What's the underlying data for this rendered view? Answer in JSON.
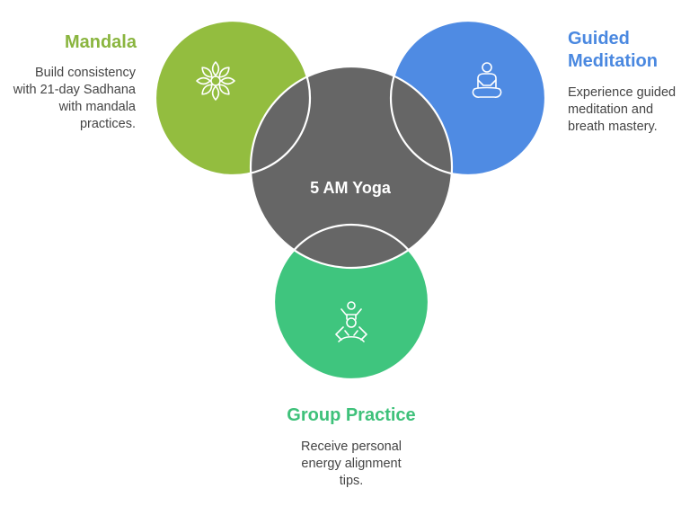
{
  "diagram": {
    "center": {
      "label": "5 AM Yoga",
      "color": "#666666"
    },
    "mandala": {
      "title": "Mandala",
      "desc_lines": [
        "Build consistency",
        "with 21-day Sadhana",
        "with mandala",
        "practices."
      ],
      "color": "#93bd3f",
      "title_color": "#8ab53f",
      "icon": "lotus-icon"
    },
    "guided_meditation": {
      "title_lines": [
        "Guided",
        "Meditation"
      ],
      "desc_lines": [
        "Experience guided",
        "meditation and",
        "breath mastery."
      ],
      "color": "#4f8be3",
      "title_color": "#4a88e0",
      "icon": "meditation-icon"
    },
    "group_practice": {
      "title": "Group Practice",
      "desc_lines": [
        "Receive personal",
        "energy alignment",
        "tips."
      ],
      "color": "#3fc57e",
      "title_color": "#3ec17a",
      "icon": "group-yoga-icon"
    }
  }
}
